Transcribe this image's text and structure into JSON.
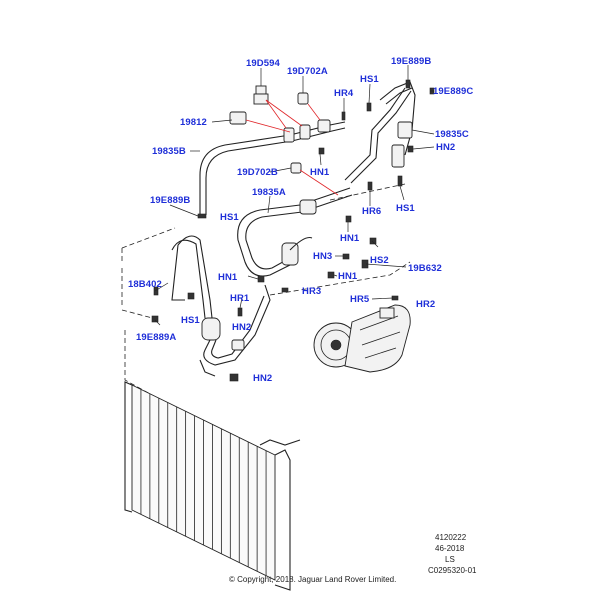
{
  "labels": {
    "c19D594": "19D594",
    "c19D702A": "19D702A",
    "c19E889B_top": "19E889B",
    "cHS1_top": "HS1",
    "c19E889C": "19E889C",
    "cHR4": "HR4",
    "c19812": "19812",
    "c19835C": "19835C",
    "cHN2_right": "HN2",
    "c19835B": "19835B",
    "c19D702B": "19D702B",
    "cHN1_upper": "HN1",
    "cHS1_right": "HS1",
    "cHR6": "HR6",
    "c19835A": "19835A",
    "c19E889B_left": "19E889B",
    "cHS1_left": "HS1",
    "cHN1_mid": "HN1",
    "cHN3": "HN3",
    "cHS2": "HS2",
    "c19B632": "19B632",
    "cHN1_a": "HN1",
    "cHN1_b": "HN1",
    "c18B402": "18B402",
    "cHR3": "HR3",
    "cHR1": "HR1",
    "cHR5": "HR5",
    "cHR2": "HR2",
    "cHS1_lower": "HS1",
    "cHN2_mid": "HN2",
    "c19E889A": "19E889A",
    "cHN2_bottom": "HN2"
  },
  "meta": {
    "line1": "4120222",
    "line2": "46-2018",
    "line3": "LS",
    "line4": "C0295320-01"
  },
  "copyright": "© Copyright, 2018. Jaguar Land Rover Limited.",
  "colors": {
    "callout": "#1f2fd8",
    "leader_red": "#e0262a",
    "line": "#222222"
  }
}
